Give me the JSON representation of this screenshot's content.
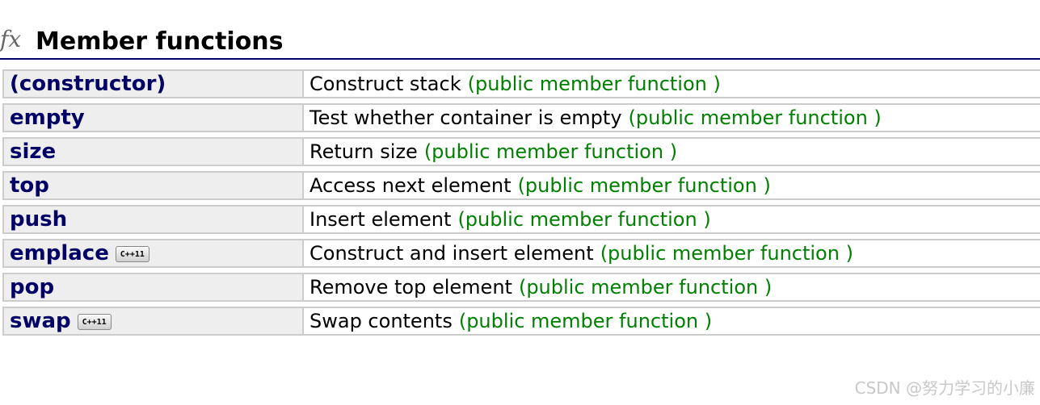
{
  "section": {
    "icon": "fx-icon",
    "icon_text": "fx",
    "title": "Member functions"
  },
  "members": [
    {
      "name": "(constructor)",
      "description": "Construct stack",
      "kind": "(public member function )",
      "badge": ""
    },
    {
      "name": "empty",
      "description": "Test whether container is empty",
      "kind": "(public member function )",
      "badge": ""
    },
    {
      "name": "size",
      "description": "Return size",
      "kind": "(public member function )",
      "badge": ""
    },
    {
      "name": "top",
      "description": "Access next element",
      "kind": "(public member function )",
      "badge": ""
    },
    {
      "name": "push",
      "description": "Insert element",
      "kind": "(public member function )",
      "badge": ""
    },
    {
      "name": "emplace",
      "description": "Construct and insert element",
      "kind": "(public member function )",
      "badge": "C++11"
    },
    {
      "name": "pop",
      "description": "Remove top element",
      "kind": "(public member function )",
      "badge": ""
    },
    {
      "name": "swap",
      "description": "Swap contents",
      "kind": "(public member function )",
      "badge": "C++11"
    }
  ],
  "watermark": "CSDN @努力学习的小廉",
  "colors": {
    "name_color": "#000066",
    "kind_color": "#008000",
    "name_cell_bg": "#eeeeee",
    "border": "#cccccc"
  }
}
